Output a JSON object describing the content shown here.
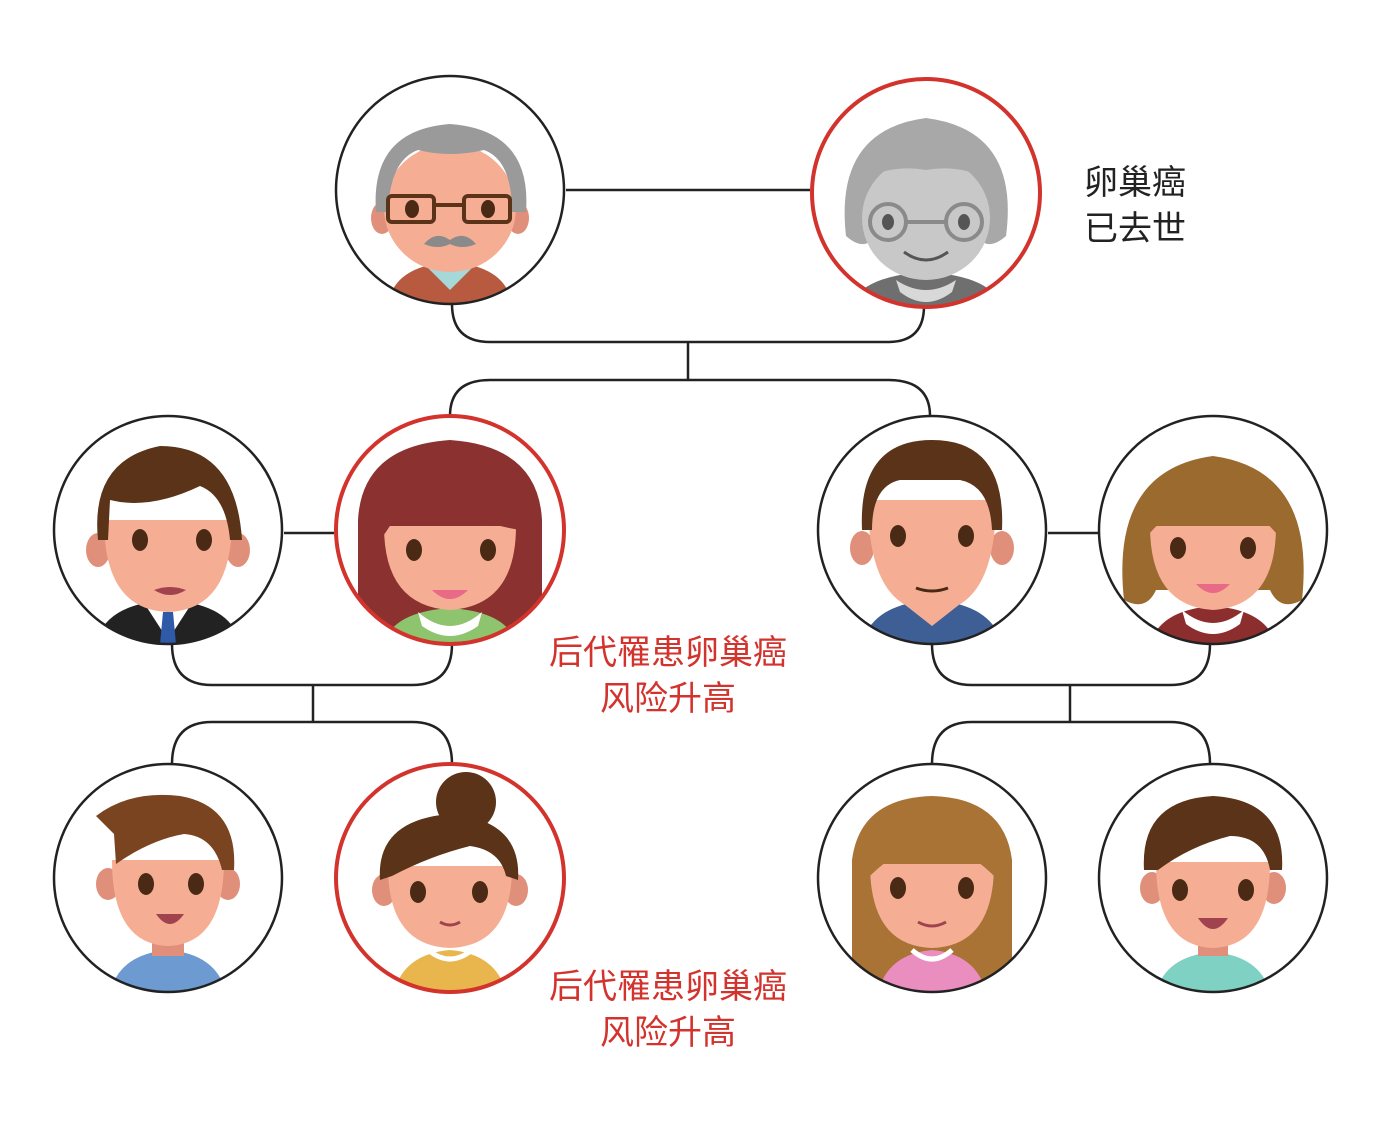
{
  "colors": {
    "line": "#222222",
    "highlight_ring": "#d3332d",
    "normal_ring": "#222222",
    "skin": "#f5ae94",
    "skin_shadow": "#e0907a"
  },
  "people": [
    {
      "id": "grandfather",
      "generation": 1,
      "highlighted": false,
      "hair": "#9a9a9a",
      "shirt": "#b75a3f",
      "features": [
        "glasses-icon",
        "mustache-icon"
      ]
    },
    {
      "id": "grandmother",
      "generation": 1,
      "highlighted": true,
      "deceased": true,
      "hair": "#a8a8a8",
      "shirt": "#6f6f6f",
      "features": [
        "glasses-icon"
      ]
    },
    {
      "id": "father-left",
      "generation": 2,
      "highlighted": false,
      "hair": "#5a3318",
      "shirt": "#222222",
      "features": [
        "tie-icon"
      ]
    },
    {
      "id": "mother-left",
      "generation": 2,
      "highlighted": true,
      "hair": "#8b3130",
      "shirt": "#8dc46d"
    },
    {
      "id": "father-right",
      "generation": 2,
      "highlighted": false,
      "hair": "#5a3318",
      "shirt": "#3d5f96"
    },
    {
      "id": "mother-right",
      "generation": 2,
      "highlighted": false,
      "hair": "#9a6a2e",
      "shirt": "#8d2e2e"
    },
    {
      "id": "son-left",
      "generation": 3,
      "highlighted": false,
      "hair": "#7a4421",
      "shirt": "#6d9bd1"
    },
    {
      "id": "daughter-left",
      "generation": 3,
      "highlighted": true,
      "hair": "#5a3318",
      "shirt": "#e8b64c",
      "features": [
        "hair-bun-icon"
      ]
    },
    {
      "id": "daughter-right",
      "generation": 3,
      "highlighted": false,
      "hair": "#a87335",
      "shirt": "#ea8ec0"
    },
    {
      "id": "son-right",
      "generation": 3,
      "highlighted": false,
      "hair": "#5a3318",
      "shirt": "#7fd1c3"
    }
  ],
  "grandmother_note": {
    "line1": "卵巢癌",
    "line2": "已去世"
  },
  "mother_note": {
    "line1": "后代罹患卵巢癌",
    "line2": "风险升高"
  },
  "daughter_note": {
    "line1": "后代罹患卵巢癌",
    "line2": "风险升高"
  }
}
